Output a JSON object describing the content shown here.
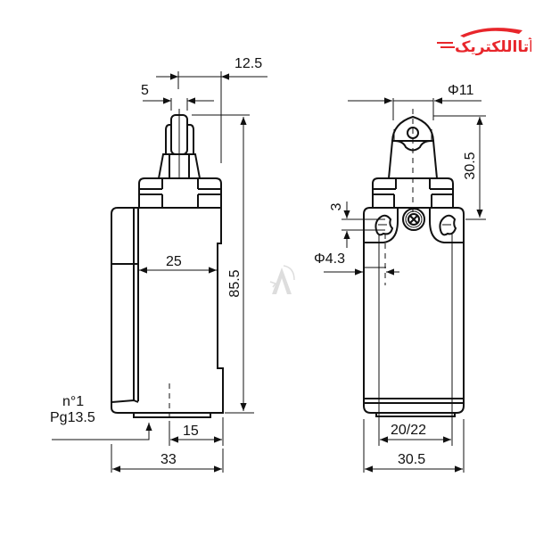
{
  "logo": {
    "brand_text": "آتااللکتریک",
    "color": "#e8262b"
  },
  "watermark": {
    "glyph": "A",
    "color": "#cfcfcf"
  },
  "side_view": {
    "dimensions": {
      "roller_width": "5",
      "roller_offset": "12.5",
      "body_depth": "25",
      "total_height": "85.5",
      "conduit_offset": "15",
      "total_depth": "33"
    },
    "callout": {
      "line1": "n°1",
      "line2": "Pg13.5"
    }
  },
  "front_view": {
    "dimensions": {
      "roller_diameter": "Φ11",
      "actuator_height": "30.5",
      "slot_height": "3",
      "mounting_hole": "Φ4.3",
      "mounting_spacing": "20/22",
      "total_width": "30.5"
    }
  }
}
